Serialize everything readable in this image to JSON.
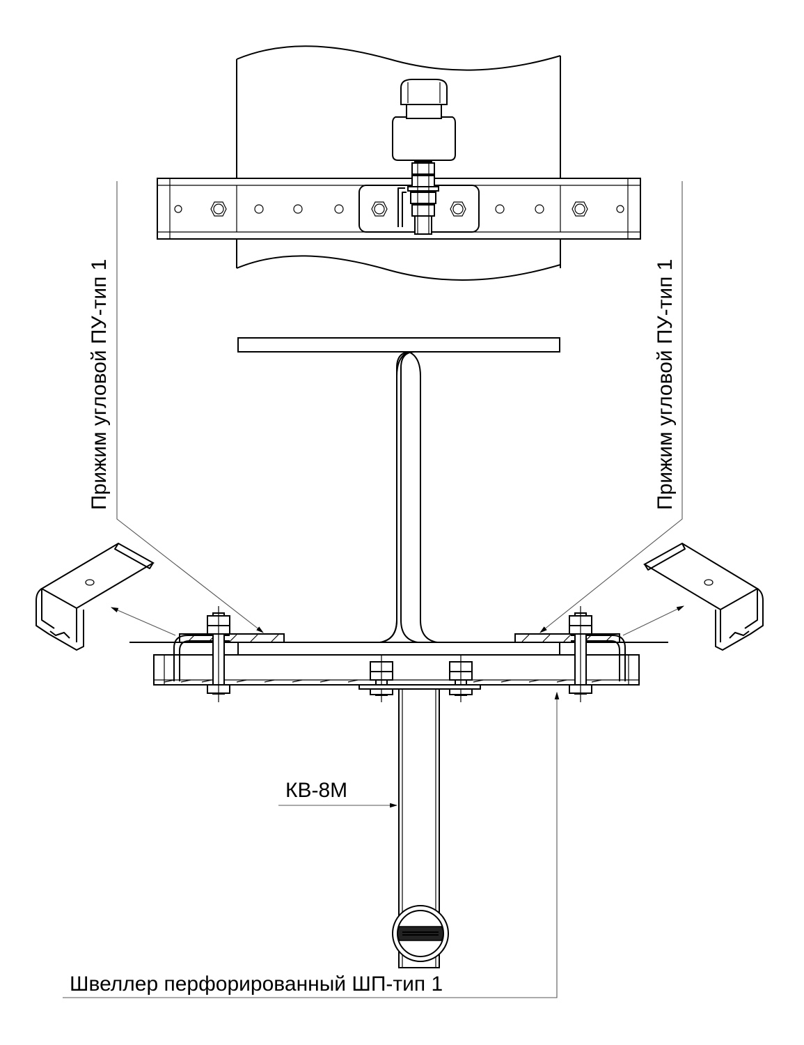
{
  "labels": {
    "clamp_left": "Прижим угловой ПУ-тип 1",
    "clamp_right": "Прижим угловой ПУ-тип 1",
    "bracket": "КВ-8М",
    "channel": "Швеллер перфорированный ШП-тип 1"
  },
  "colors": {
    "line": "#000000",
    "leader": "#555555",
    "background": "#ffffff"
  }
}
